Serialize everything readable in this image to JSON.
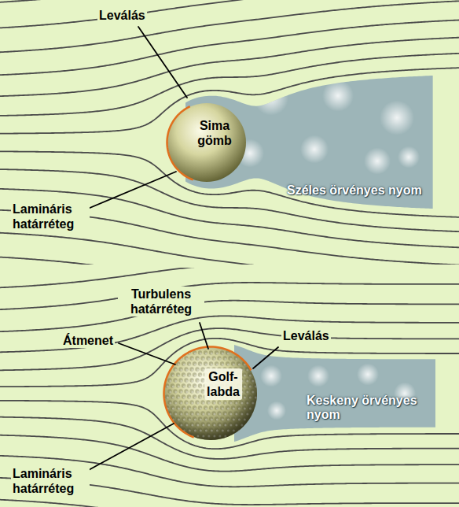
{
  "diagram": {
    "nodes": [
      {
        "text": [
          "Sima gömb"
        ]
      },
      {
        "text": [
          "Széles örvényes nyom"
        ]
      },
      {
        "text": [
          "Golf-labda"
        ]
      },
      {
        "text": [
          "Keskeny örvényes nyom"
        ]
      }
    ],
    "labels": [
      "Leválás",
      "Lamináris határréteg",
      "Turbulens határréteg",
      "Átmenet",
      "Leválás",
      "Lamináris határréteg"
    ]
  }
}
